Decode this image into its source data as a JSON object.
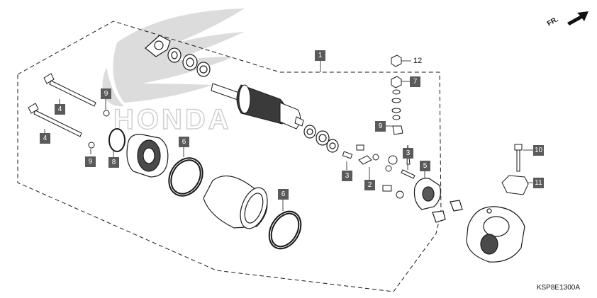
{
  "watermark_text": "HONDA",
  "diagram_code": "KSP8E1300A",
  "front_indicator": "FR.",
  "callouts": [
    {
      "id": "c1",
      "label": "1",
      "style": "box"
    },
    {
      "id": "c12",
      "label": "12",
      "style": "plain"
    },
    {
      "id": "c7",
      "label": "7",
      "style": "box"
    },
    {
      "id": "c4a",
      "label": "4",
      "style": "box"
    },
    {
      "id": "c4b",
      "label": "4",
      "style": "box"
    },
    {
      "id": "c9a",
      "label": "9",
      "style": "box"
    },
    {
      "id": "c9b",
      "label": "9",
      "style": "box"
    },
    {
      "id": "c9c",
      "label": "9",
      "style": "box"
    },
    {
      "id": "c8",
      "label": "8",
      "style": "box"
    },
    {
      "id": "c6a",
      "label": "6",
      "style": "box"
    },
    {
      "id": "c6b",
      "label": "6",
      "style": "box"
    },
    {
      "id": "c3a",
      "label": "3",
      "style": "box"
    },
    {
      "id": "c3b",
      "label": "3",
      "style": "box"
    },
    {
      "id": "c2",
      "label": "2",
      "style": "box"
    },
    {
      "id": "c5",
      "label": "5",
      "style": "box"
    },
    {
      "id": "c10",
      "label": "10",
      "style": "box"
    },
    {
      "id": "c11",
      "label": "11",
      "style": "box"
    }
  ],
  "colors": {
    "line": "#1a1a1a",
    "callout_fill": "#5a5a5a",
    "watermark": "#d8d8d8"
  }
}
